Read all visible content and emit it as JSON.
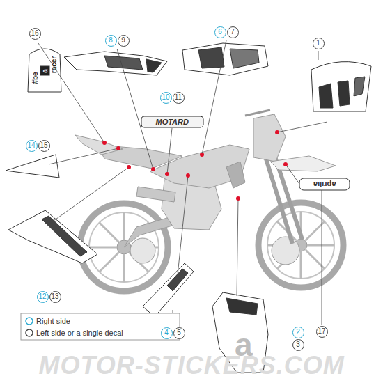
{
  "diagram": {
    "nodes": [
      {
        "text": [
          "16"
        ]
      },
      {
        "text": [
          "8"
        ]
      },
      {
        "text": [
          "9"
        ]
      },
      {
        "text": [
          "6"
        ]
      },
      {
        "text": [
          "7"
        ]
      },
      {
        "text": [
          "1"
        ]
      },
      {
        "text": [
          "10"
        ]
      },
      {
        "text": [
          "11"
        ]
      },
      {
        "text": [
          "14"
        ]
      },
      {
        "text": [
          "15"
        ]
      },
      {
        "text": [
          "17"
        ]
      },
      {
        "text": [
          "12"
        ]
      },
      {
        "text": [
          "13"
        ]
      },
      {
        "text": [
          "4"
        ]
      },
      {
        "text": [
          "5"
        ]
      },
      {
        "text": [
          "2"
        ]
      },
      {
        "text": [
          "3"
        ]
      }
    ],
    "labels": [
      "MOTARD",
      "#be",
      "a",
      "racer",
      "aprilia",
      "a",
      "MOTOR-STICKERS.COM"
    ],
    "legend": [
      {
        "text": "Right side"
      },
      {
        "text": "Left side or a single decal"
      }
    ]
  }
}
